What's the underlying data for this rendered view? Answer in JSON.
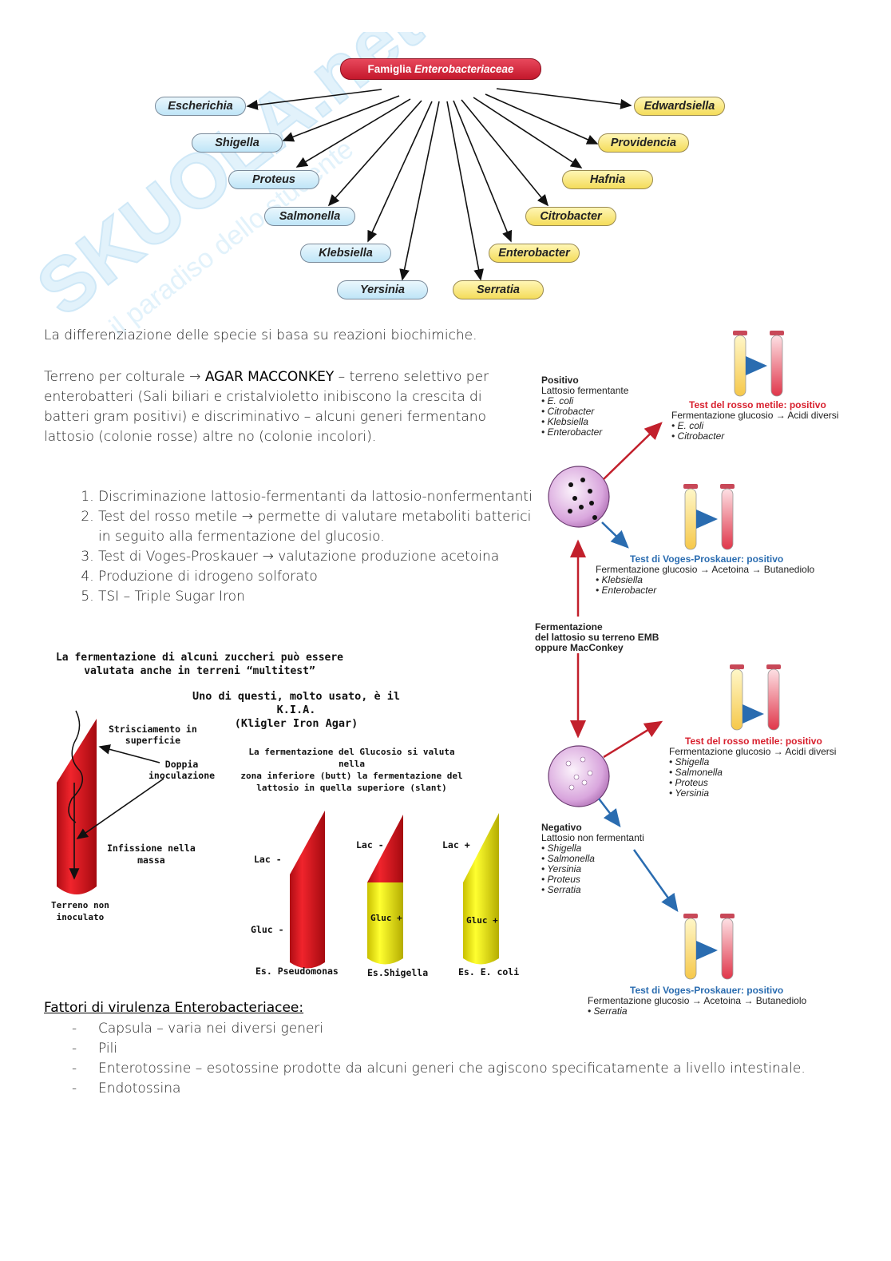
{
  "diagram": {
    "root": {
      "prefix": "Famiglia ",
      "italic": "Enterobacteriaceae"
    },
    "genera_left": [
      "Escherichia",
      "Shigella",
      "Proteus",
      "Salmonella",
      "Klebsiella",
      "Yersinia"
    ],
    "genera_right": [
      "Edwardsiella",
      "Providencia",
      "Hafnia",
      "Citrobacter",
      "Enterobacter",
      "Serratia"
    ]
  },
  "watermark": {
    "brand": "SKUOLA.net",
    "tagline": "il paradiso dello studente"
  },
  "intro": "La differenziazione delle specie si basa su reazioni biochimiche.",
  "terreno": {
    "prefix": "Terreno per colturale ",
    "arrow": "→",
    "highlight": "AGAR MACCONKEY",
    "rest": " – terreno selettivo per enterobatteri (Sali biliari e cristalvioletto inibiscono la crescita di batteri gram positivi) e discriminativo – alcuni generi fermentano lattosio (colonie rosse) altre no (colonie incolori)."
  },
  "steps": [
    "Discriminazione lattosio-fermentanti da lattosio-nonfermentanti",
    "Test del rosso metile → permette di valutare metaboliti batterici in seguito alla fermentazione del glucosio.",
    "Test di Voges-Proskauer → valutazione produzione acetoina",
    "Produzione di idrogeno solforato",
    "TSI – Triple Sugar Iron"
  ],
  "kia": {
    "line1": "La fermentazione di alcuni zuccheri può essere",
    "line2": "valutata anche in terreni “multitest”",
    "line3": "Uno di questi, molto usato, è il K.I.A.",
    "line4": "(Kligler Iron Agar)",
    "strisciamento": [
      "Strisciamento in",
      "superficie"
    ],
    "doppia": [
      "Doppia",
      "inoculazione"
    ],
    "infissione": [
      "Infissione nella",
      "massa"
    ],
    "non_inoculato": [
      "Terreno non",
      "inoculato"
    ],
    "glucosio": [
      "La fermentazione del Glucosio si valuta nella",
      "zona inferiore (butt) la fermentazione del",
      "lattosio in quella superiore (slant)"
    ],
    "lac_minus": "Lac -",
    "lac_plus": "Lac +",
    "gluc_minus": "Gluc -",
    "gluc_plus": "Gluc +",
    "ex1": "Es. Pseudomonas",
    "ex2": "Es.Shigella",
    "ex3": "Es. E. coli"
  },
  "flow": {
    "positivo_title": "Positivo",
    "positivo_sub": "Lattosio fermentante",
    "positivo_list": [
      "E. coli",
      "Citrobacter",
      "Klebsiella",
      "Enterobacter"
    ],
    "rm1_title": "Test del rosso metile: positivo",
    "rm1_sub": "Fermentazione glucosio → Acidi diversi",
    "rm1_list": [
      "E. coli",
      "Citrobacter"
    ],
    "vp1_title": "Test di Voges-Proskauer: positivo",
    "vp1_sub": "Fermentazione glucosio → Acetoina → Butanediolo",
    "vp1_list": [
      "Klebsiella",
      "Enterobacter"
    ],
    "ferm": [
      "Fermentazione",
      "del lattosio su terreno EMB",
      "oppure MacConkey"
    ],
    "rm2_title": "Test del rosso metile: positivo",
    "rm2_sub": "Fermentazione glucosio → Acidi diversi",
    "rm2_list": [
      "Shigella",
      "Salmonella",
      "Proteus",
      "Yersinia"
    ],
    "negativo_title": "Negativo",
    "negativo_sub": "Lattosio non fermentanti",
    "negativo_list": [
      "Shigella",
      "Salmonella",
      "Yersinia",
      "Proteus",
      "Serratia"
    ],
    "vp2_title": "Test di Voges-Proskauer: positivo",
    "vp2_sub": "Fermentazione glucosio → Acetoina → Butanediolo",
    "vp2_list": [
      "Serratia"
    ]
  },
  "virulenza": {
    "title": "Fattori di virulenza Enterobacteriacee:",
    "items": [
      "Capsula – varia nei diversi generi",
      "Pili",
      "Enterotossine – esotossine prodotte da alcuni generi che agiscono specificatamente a livello intestinale.",
      "Endotossina"
    ]
  },
  "colors": {
    "red": "#d8202e",
    "blue": "#2a6cb0",
    "yellow": "#f4dc5a",
    "light_blue": "#bfe5f7",
    "watermark": "#bfe2f6"
  }
}
